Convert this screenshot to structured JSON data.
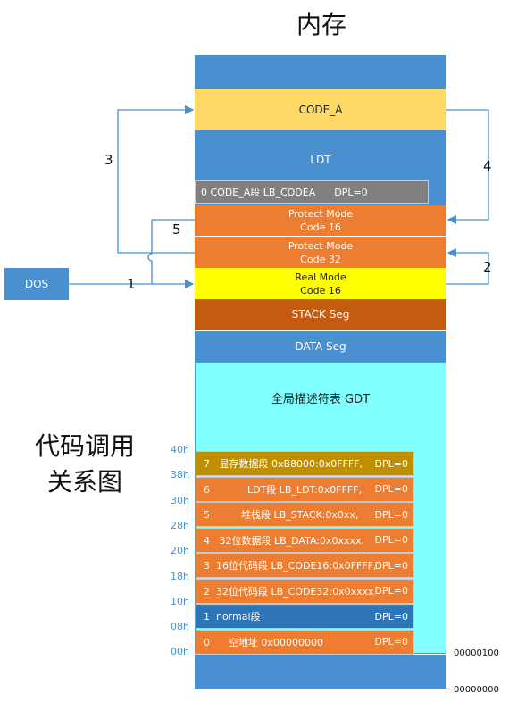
{
  "title": "内存",
  "side_title": [
    "代码调用",
    "关系图"
  ],
  "dos_label": "DOS",
  "colors": {
    "blue": "#4a8fd0",
    "code_a": "#ffd966",
    "orange": "#ed7d31",
    "yellow": "#ffff00",
    "stack": "#c55a11",
    "gdt_bg": "#7fffff",
    "gray": "#808080",
    "gold": "#bf8f00",
    "row_blue": "#2e75b6"
  },
  "memory": {
    "code_a": "CODE_A",
    "ldt": "LDT",
    "ldt_entry": "0 CODE_A段 LB_CODEA      DPL=0",
    "protect16": [
      "Protect Mode",
      "Code 16"
    ],
    "protect32": [
      "Protect Mode",
      "Code 32"
    ],
    "realmode": [
      "Real Mode",
      "Code 16"
    ],
    "stack": "STACK Seg",
    "data": "DATA Seg",
    "gdt_title": "全局描述符表 GDT"
  },
  "gdt_rows": [
    {
      "main": "7   显存数据段 0xB8000:0x0FFFF,",
      "dpl": "DPL=0",
      "color": "#bf8f00"
    },
    {
      "main": "6            LDT段 LB_LDT:0x0FFFF,",
      "dpl": "DPL=0",
      "color": "#ed7d31"
    },
    {
      "main": "5          堆栈段 LB_STACK:0x0xx,",
      "dpl": "DPL=0",
      "color": "#ed7d31"
    },
    {
      "main": "4   32位数据段 LB_DATA:0x0xxxx,",
      "dpl": "DPL=0",
      "color": "#ed7d31"
    },
    {
      "main": "3  16位代码段 LB_CODE16:0x0FFFF,",
      "dpl": "DPL=0",
      "color": "#ed7d31"
    },
    {
      "main": "2  32位代码段 LB_CODE32:0x0xxxx,",
      "dpl": "DPL=0",
      "color": "#ed7d31"
    },
    {
      "main": "1  normal段",
      "dpl": "DPL=0",
      "color": "#2e75b6"
    },
    {
      "main": "0      空地址 0x00000000",
      "dpl": "DPL=0",
      "color": "#ed7d31"
    }
  ],
  "gdt_offsets": [
    "40h",
    "38h",
    "30h",
    "28h",
    "20h",
    "18h",
    "10h",
    "08h",
    "00h"
  ],
  "mem_addresses": [
    "00000100",
    "00000000"
  ],
  "arrow_labels": [
    "1",
    "2",
    "3",
    "4",
    "5"
  ]
}
